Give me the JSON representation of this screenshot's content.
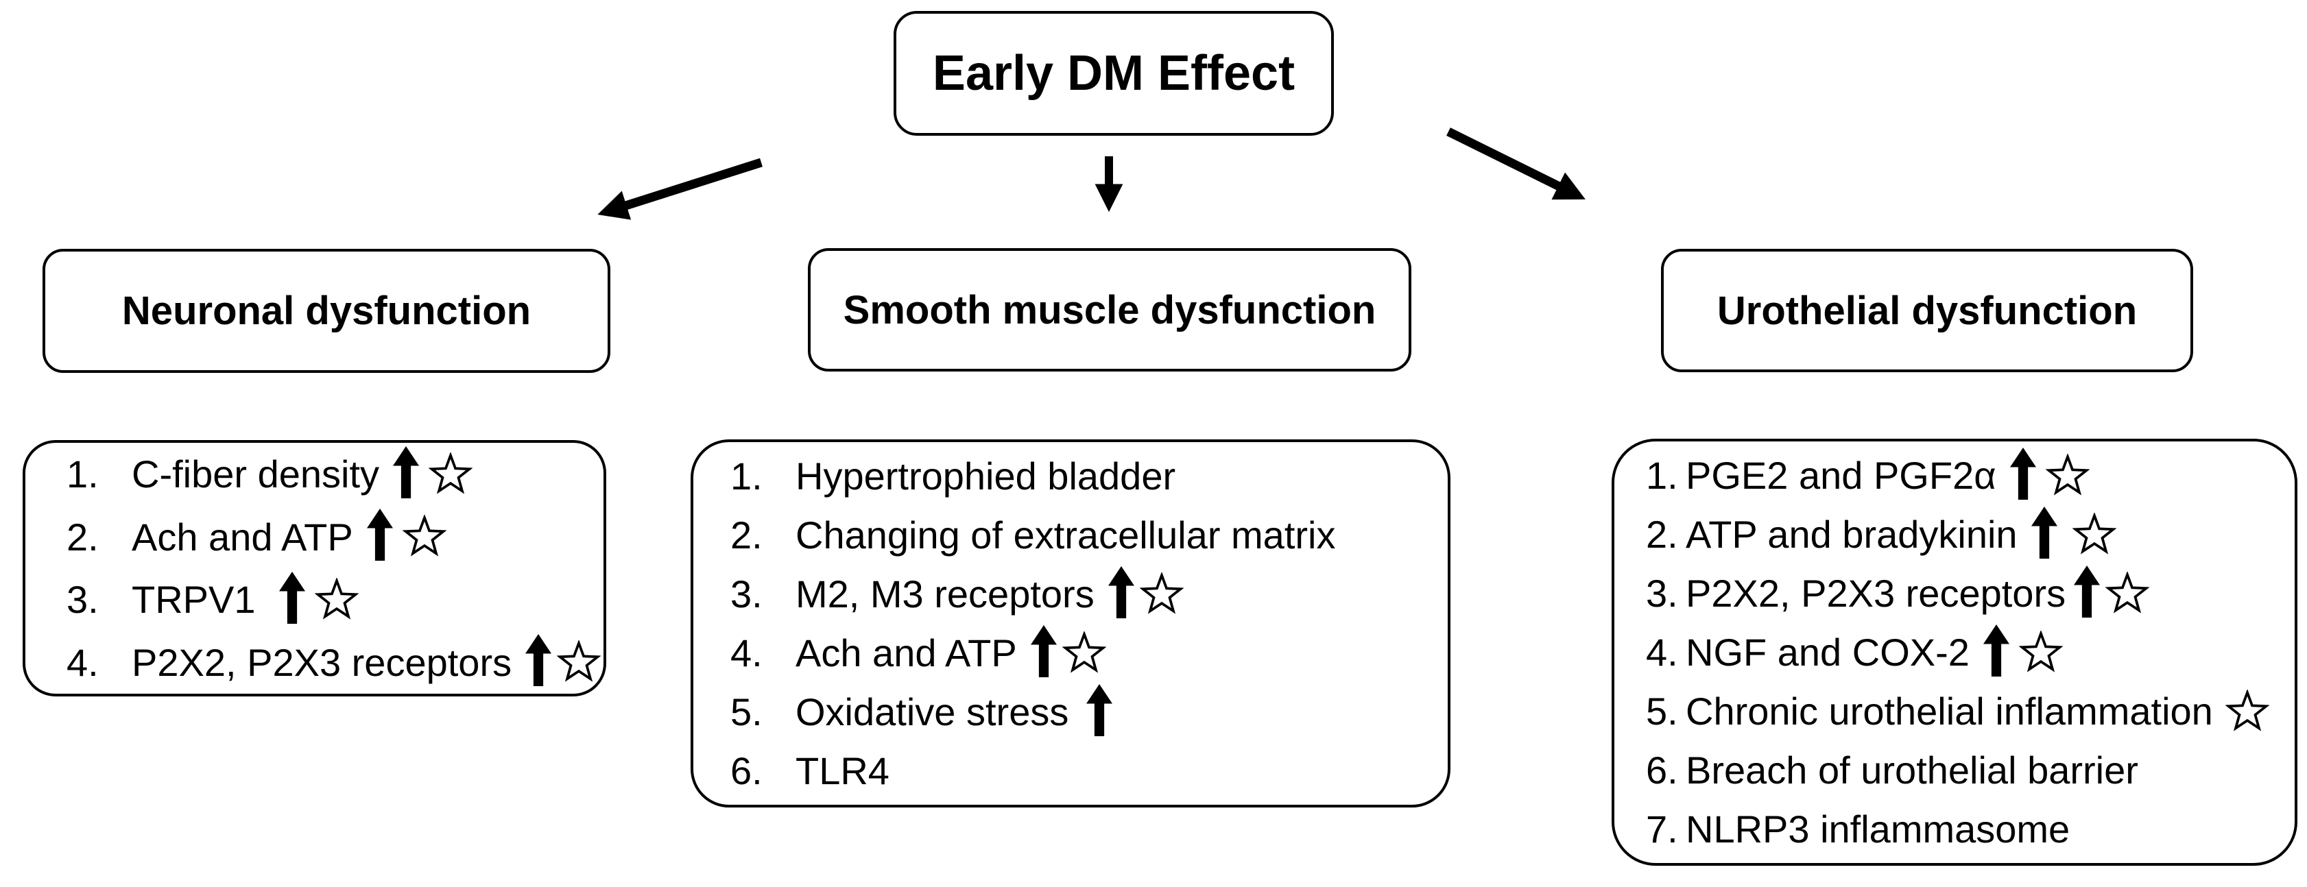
{
  "title": "Early DM Effect",
  "columns": [
    {
      "header": "Neuronal dysfunction",
      "items": [
        {
          "num": "1.",
          "text": "C-fiber density",
          "up_arrow": true,
          "star": true
        },
        {
          "num": "2.",
          "text": "Ach and ATP",
          "up_arrow": true,
          "star": true
        },
        {
          "num": "3.",
          "text": "TRPV1",
          "up_arrow": true,
          "star": true
        },
        {
          "num": "4.",
          "text": "P2X2, P2X3 receptors",
          "up_arrow": true,
          "star": true
        }
      ]
    },
    {
      "header": "Smooth muscle dysfunction",
      "items": [
        {
          "num": "1.",
          "text": "Hypertrophied bladder",
          "up_arrow": false,
          "star": false
        },
        {
          "num": "2.",
          "text": "Changing of extracellular matrix",
          "up_arrow": false,
          "star": false
        },
        {
          "num": "3.",
          "text": "M2, M3 receptors",
          "up_arrow": true,
          "star": true
        },
        {
          "num": "4.",
          "text": "Ach and ATP",
          "up_arrow": true,
          "star": true
        },
        {
          "num": "5.",
          "text": "Oxidative stress",
          "up_arrow": true,
          "star": false
        },
        {
          "num": "6.",
          "text": "TLR4",
          "up_arrow": false,
          "star": false
        }
      ]
    },
    {
      "header": "Urothelial dysfunction",
      "items": [
        {
          "num": "1.",
          "text": "PGE2 and PGF2α",
          "up_arrow": true,
          "star": true
        },
        {
          "num": "2.",
          "text": "ATP and bradykinin",
          "up_arrow": true,
          "star": true
        },
        {
          "num": "3.",
          "text": "P2X2, P2X3 receptors",
          "up_arrow": true,
          "star": true
        },
        {
          "num": "4.",
          "text": "NGF and COX-2",
          "up_arrow": true,
          "star": true
        },
        {
          "num": "5.",
          "text": "Chronic urothelial inflammation",
          "up_arrow": false,
          "star": true
        },
        {
          "num": "6.",
          "text": "Breach of urothelial barrier",
          "up_arrow": false,
          "star": false
        },
        {
          "num": "7.",
          "text": "NLRP3 inflammasome",
          "up_arrow": false,
          "star": false
        }
      ]
    }
  ],
  "icons": {
    "up_arrow": "increase-up-arrow",
    "star": "star-outline"
  },
  "colors": {
    "ink": "#000000",
    "background": "#ffffff"
  }
}
